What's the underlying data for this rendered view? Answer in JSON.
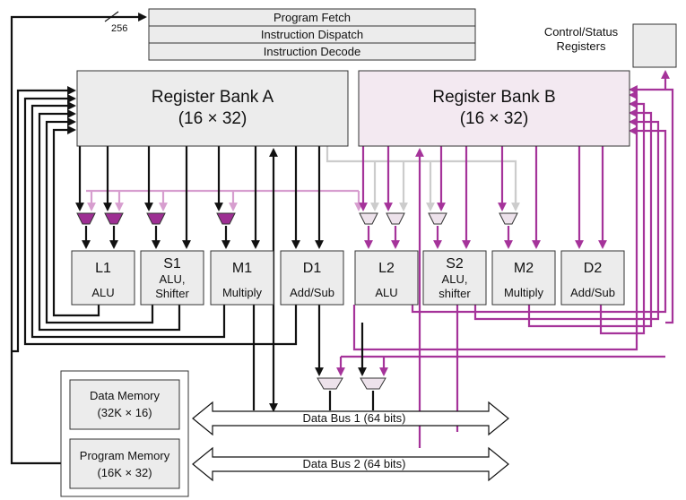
{
  "top_stages": [
    "Program Fetch",
    "Instruction Dispatch",
    "Instruction Decode"
  ],
  "control_status": {
    "line1": "Control/Status",
    "line2": "Registers"
  },
  "bus_width_label": "256",
  "bank_a": {
    "title": "Register Bank A",
    "size": "(16 × 32)",
    "fill": "#ececec"
  },
  "bank_b": {
    "title": "Register Bank B",
    "size": "(16 × 32)",
    "fill": "#f3e9f1"
  },
  "units": [
    {
      "name": "L1",
      "func": "ALU"
    },
    {
      "name": "S1",
      "func": "ALU, Shifter"
    },
    {
      "name": "M1",
      "func": "Multiply"
    },
    {
      "name": "D1",
      "func": "Add/Sub"
    },
    {
      "name": "L2",
      "func": "ALU"
    },
    {
      "name": "S2",
      "func": "ALU, shifter"
    },
    {
      "name": "M2",
      "func": "Multiply"
    },
    {
      "name": "D2",
      "func": "Add/Sub"
    }
  ],
  "memory": {
    "data_mem": {
      "line1": "Data Memory",
      "line2": "(32K × 16)"
    },
    "prog_mem": {
      "line1": "Program Memory",
      "line2": "(16K × 32)"
    }
  },
  "buses": [
    "Data Bus 1 (64 bits)",
    "Data Bus 2 (64 bits)"
  ],
  "colors": {
    "black": "#111111",
    "purple": "#a5339a",
    "light_purple": "#d79ecf",
    "gray": "#cccccc",
    "mux_dark": "#9d2f93",
    "mux_light": "#ede2eb"
  }
}
